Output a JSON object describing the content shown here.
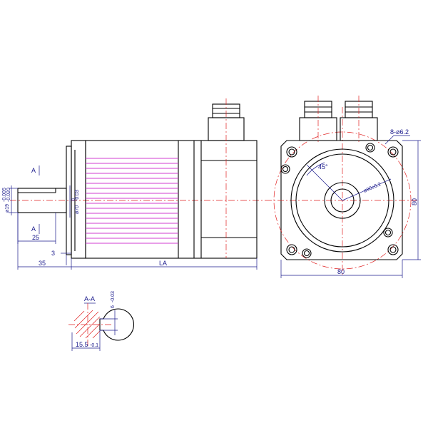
{
  "colors": {
    "outline": "#000000",
    "dimension": "#1a1a8c",
    "centerline": "#e02020",
    "winding": "#d23cd2",
    "background": "#ffffff"
  },
  "side_view": {
    "section_mark_top": "A",
    "section_mark_bottom": "A",
    "shaft_diameter": "ø19",
    "shaft_tolerance_upper": "-0.005",
    "shaft_tolerance_lower": "-0.020",
    "pilot_diameter": "ø70",
    "pilot_tolerance_upper": "0",
    "pilot_tolerance_lower": "-0.03",
    "key_length": "25",
    "flange_step": "3",
    "shaft_length": "35",
    "body_length": "LA"
  },
  "front_view": {
    "bolt_holes": "8-ø6.2",
    "angle": "45°",
    "bolt_circle": "ø90±0.2",
    "width": "80",
    "height": "80"
  },
  "section_view": {
    "label": "A-A",
    "key_width": "6",
    "key_tolerance": "-0.03",
    "key_depth": "15.5",
    "depth_tolerance": "-0.1"
  }
}
